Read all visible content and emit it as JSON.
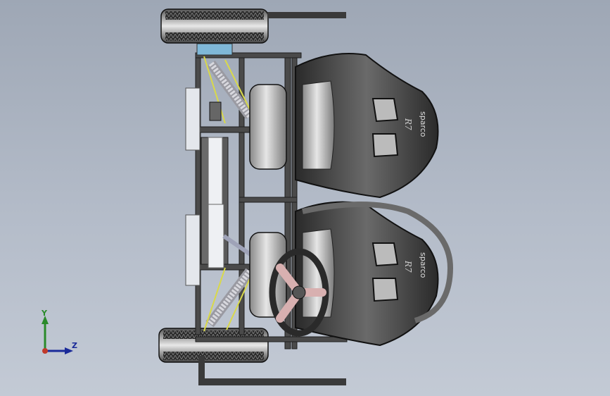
{
  "viewport": {
    "background_top": "#9ea7b5",
    "background_bottom": "#c3cad5"
  },
  "seats": {
    "brand_text": "sparco",
    "badge_text": "R7"
  },
  "triad": {
    "y_label": "Y",
    "z_label": "Z",
    "y_color": "#2a8a2a",
    "z_color": "#1a2a99",
    "origin_color": "#c0392b"
  },
  "colors": {
    "frame": "#4a4a4a",
    "seat": "#3a3a3a",
    "spring": "#b8b8c0",
    "tie_rod": "#d9d94a",
    "wheel": "#2e2e2e",
    "radiator": "#dfe3ea",
    "steering_hub": "#d8b0b0"
  }
}
